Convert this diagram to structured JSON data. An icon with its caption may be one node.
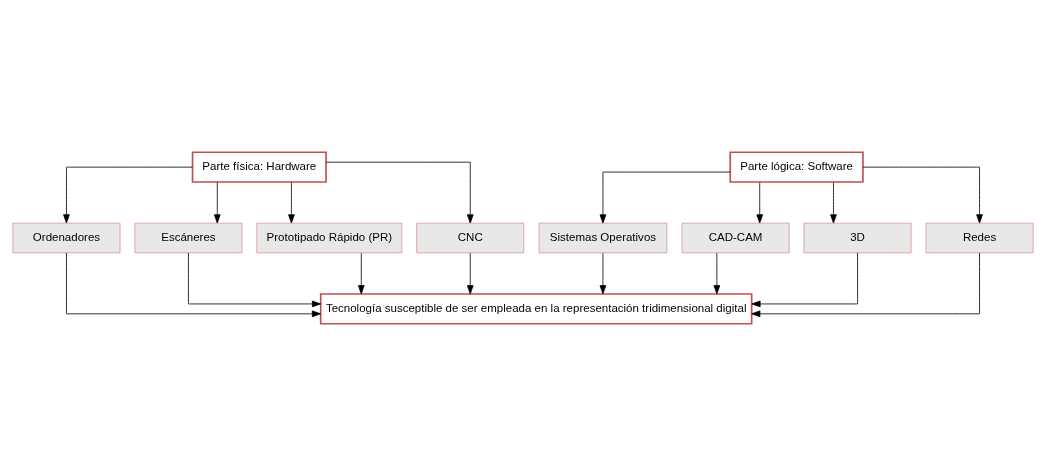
{
  "diagram": {
    "nodes": [
      {
        "text": [
          "Parte física: Hardware"
        ]
      },
      {
        "text": [
          "Ordenadores"
        ]
      },
      {
        "text": [
          "Escáneres"
        ]
      },
      {
        "text": [
          "Prototipado Rápido (PR)"
        ]
      },
      {
        "text": [
          "CNC"
        ]
      },
      {
        "text": [
          "Sistemas Operativos"
        ]
      },
      {
        "text": [
          "CAD-CAM"
        ]
      },
      {
        "text": [
          "3D"
        ]
      },
      {
        "text": [
          "Redes"
        ]
      },
      {
        "text": [
          "Parte lógica: Software"
        ]
      },
      {
        "text": [
          "Tecnología susceptible de ser empleada en la representación tridimensional digital"
        ]
      }
    ],
    "edges": [
      {
        "from": 0,
        "to": 1,
        "arrow": "to"
      },
      {
        "from": 0,
        "to": 2,
        "arrow": "to"
      },
      {
        "from": 0,
        "to": 3,
        "arrow": "to"
      },
      {
        "from": 0,
        "to": 4,
        "arrow": "to"
      },
      {
        "from": 9,
        "to": 5,
        "arrow": "to"
      },
      {
        "from": 9,
        "to": 6,
        "arrow": "to"
      },
      {
        "from": 9,
        "to": 7,
        "arrow": "to"
      },
      {
        "from": 9,
        "to": 8,
        "arrow": "to"
      },
      {
        "from": 1,
        "to": 10,
        "arrow": "to"
      },
      {
        "from": 2,
        "to": 10,
        "arrow": "to"
      },
      {
        "from": 3,
        "to": 10,
        "arrow": "to"
      },
      {
        "from": 4,
        "to": 10,
        "arrow": "to"
      },
      {
        "from": 5,
        "to": 10,
        "arrow": "to"
      },
      {
        "from": 6,
        "to": 10,
        "arrow": "to"
      },
      {
        "from": 7,
        "to": 10,
        "arrow": "to"
      },
      {
        "from": 8,
        "to": 10,
        "arrow": "to"
      }
    ]
  }
}
